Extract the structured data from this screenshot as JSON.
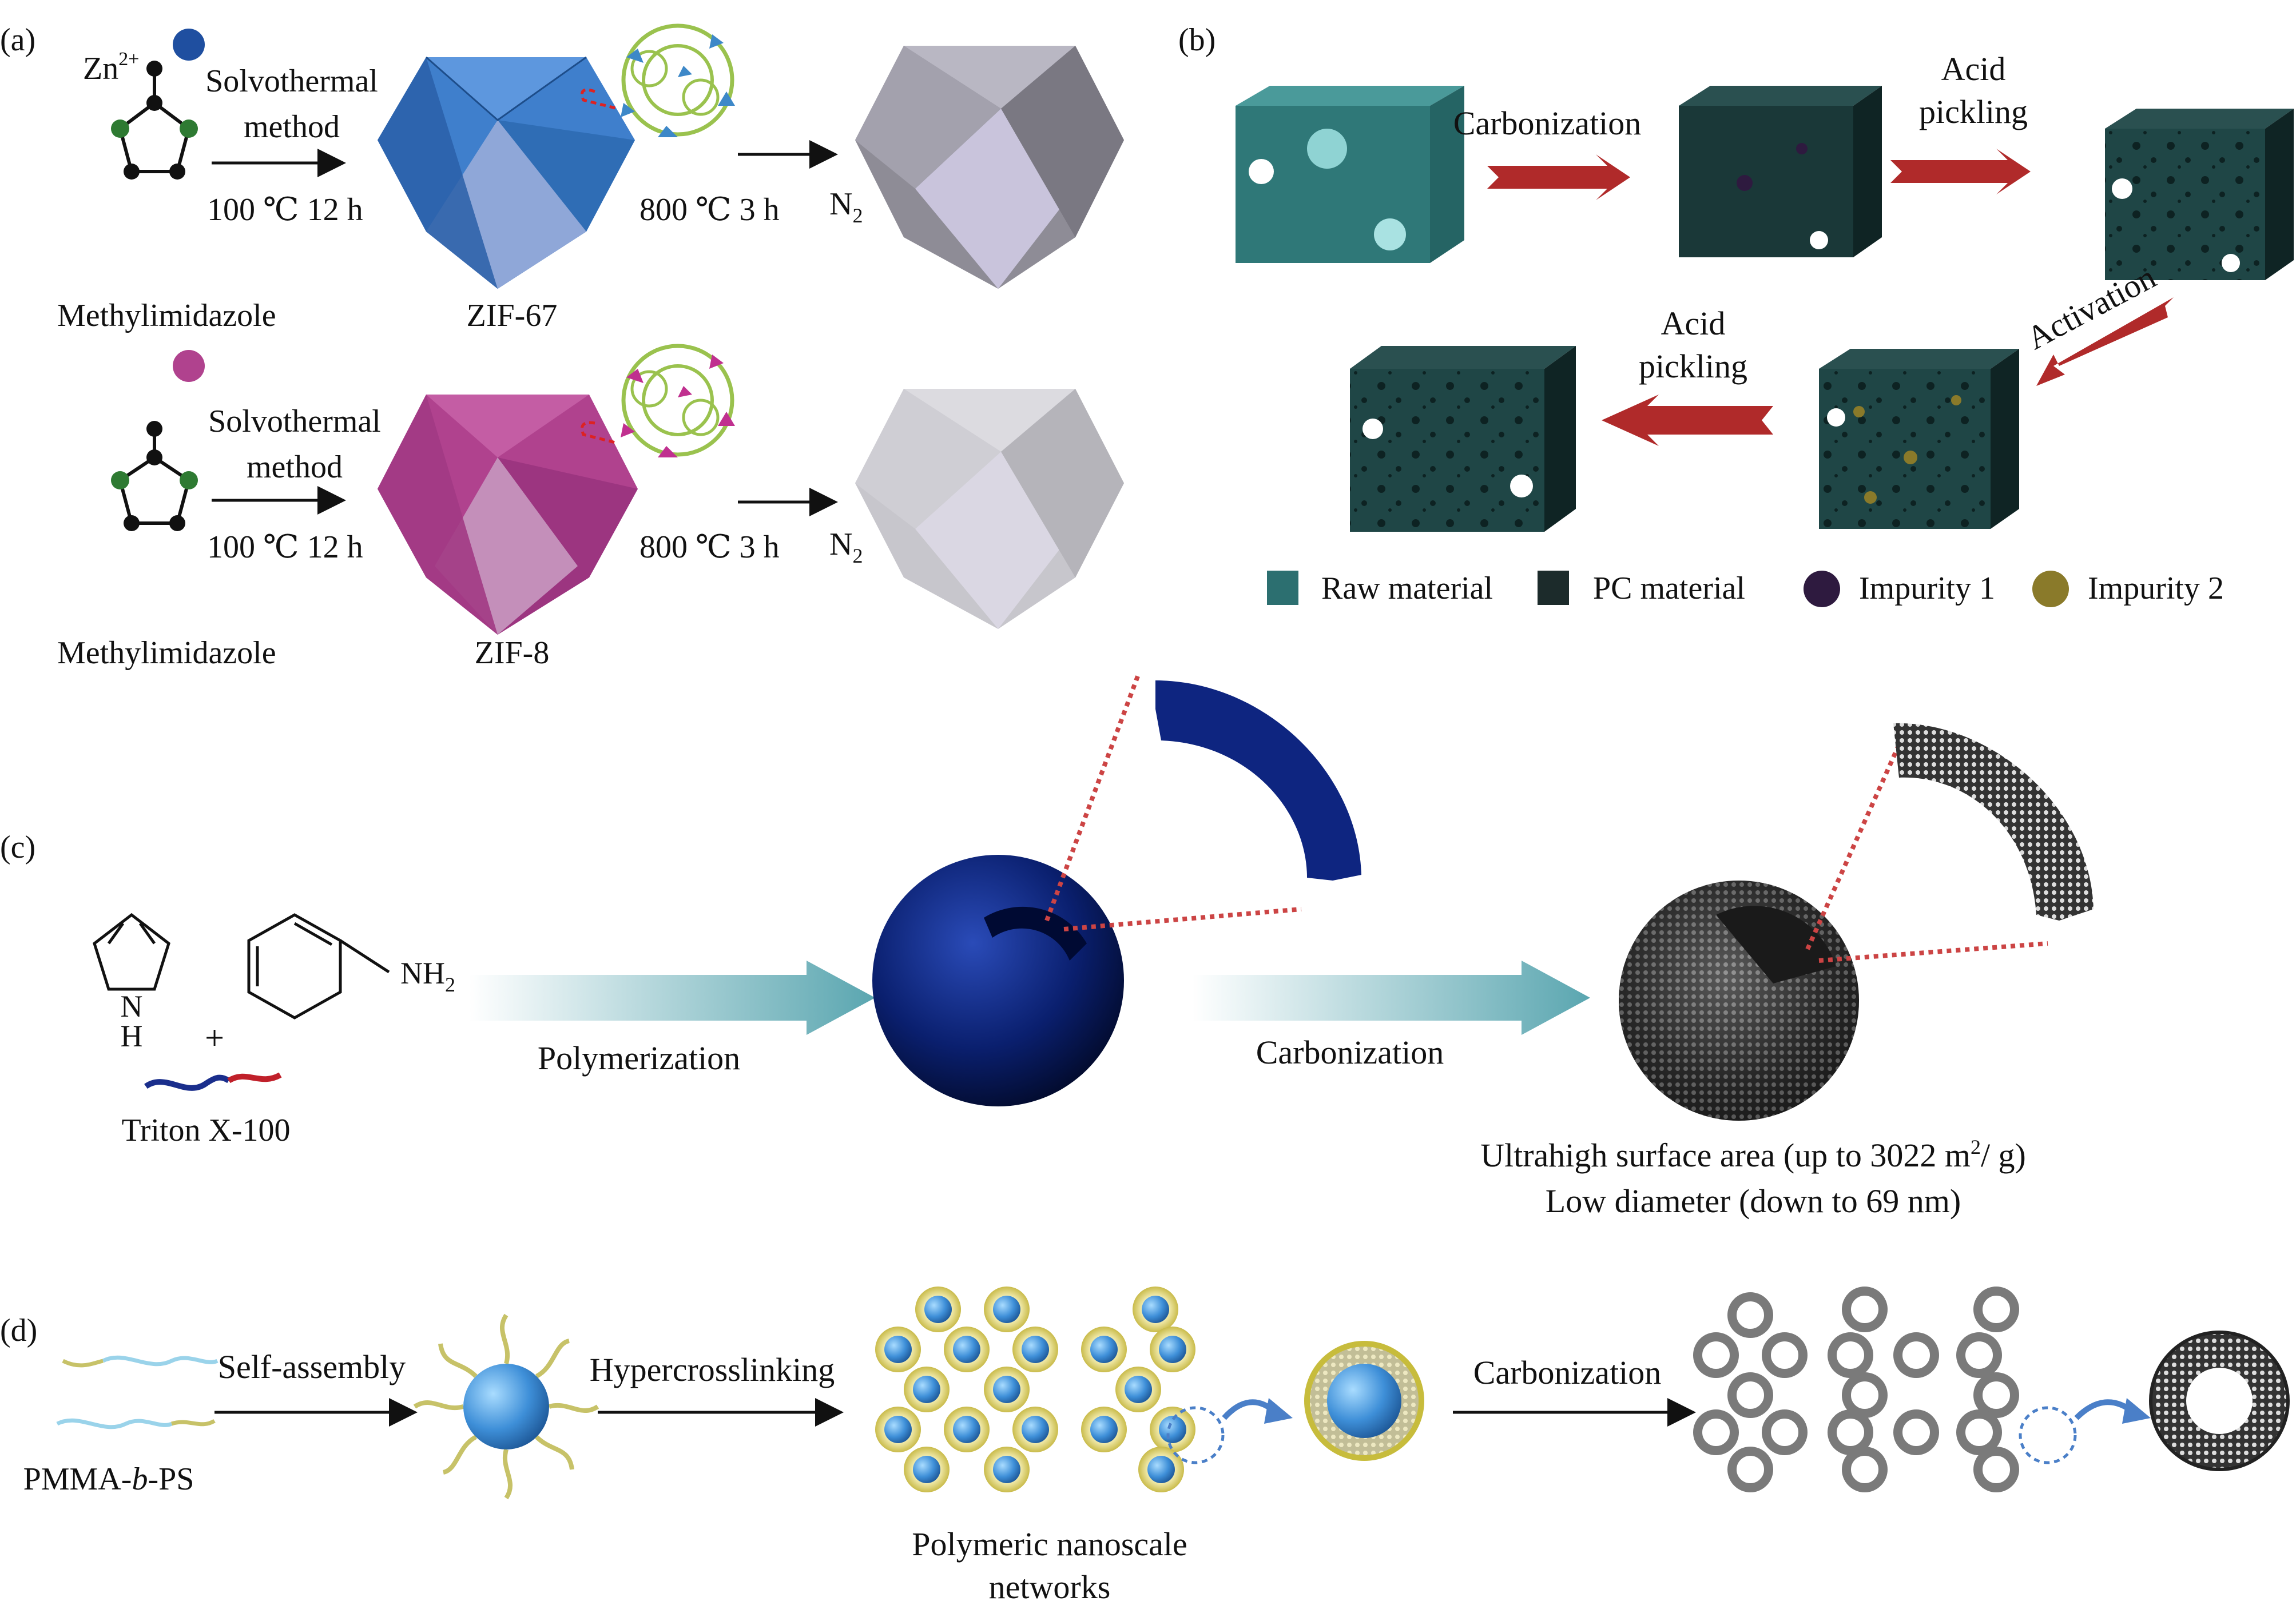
{
  "panel_a": {
    "label": "(a)",
    "ion_label": "Zn",
    "ion_charge": "2+",
    "top": {
      "method_line1": "Solvothermal",
      "method_line2": "method",
      "synthesis_condition": "100 ℃ 12 h",
      "linker": "Methylimidazole",
      "product": "ZIF-67",
      "carbonization_condition": "800 ℃  3 h",
      "atmosphere": "N",
      "atmosphere_sub": "2",
      "color": "#2f6db5"
    },
    "bottom": {
      "method_line1": "Solvothermal",
      "method_line2": "method",
      "synthesis_condition": "100 ℃ 12 h",
      "linker": "Methylimidazole",
      "product": "ZIF-8",
      "carbonization_condition": "800 ℃  3 h",
      "atmosphere": "N",
      "atmosphere_sub": "2",
      "color": "#b0428e"
    }
  },
  "panel_b": {
    "label": "(b)",
    "step1": "Carbonization",
    "step2_line1": "Acid",
    "step2_line2": "pickling",
    "step3": "Activation",
    "step4_line1": "Acid",
    "step4_line2": "pickling",
    "legend": [
      {
        "label": "Raw material",
        "color": "#2c6f70"
      },
      {
        "label": "PC material",
        "color": "#1c2b2b"
      },
      {
        "label": "Impurity 1",
        "color": "#2e1a3f"
      },
      {
        "label": "Impurity 2",
        "color": "#8a7a2a"
      }
    ]
  },
  "panel_c": {
    "label": "(c)",
    "nh2": "NH",
    "nh2_sub": "2",
    "n_label": "N",
    "h_label": "H",
    "plus": "+",
    "surfactant": "Triton X-100",
    "step1": "Polymerization",
    "step2": "Carbonization",
    "result_line1": "Ultrahigh surface area (up to 3022 m",
    "result_line1_sup": "2",
    "result_line1_end": "/ g)",
    "result_line2": "Low diameter (down to 69 nm)"
  },
  "panel_d": {
    "label": "(d)",
    "precursor_pre": "PMMA-",
    "precursor_italic": "b",
    "precursor_post": "-PS",
    "step1": "Self-assembly",
    "step2": "Hypercrosslinking",
    "step3": "Carbonization",
    "network_line1": "Polymeric nanoscale",
    "network_line2": "networks"
  }
}
